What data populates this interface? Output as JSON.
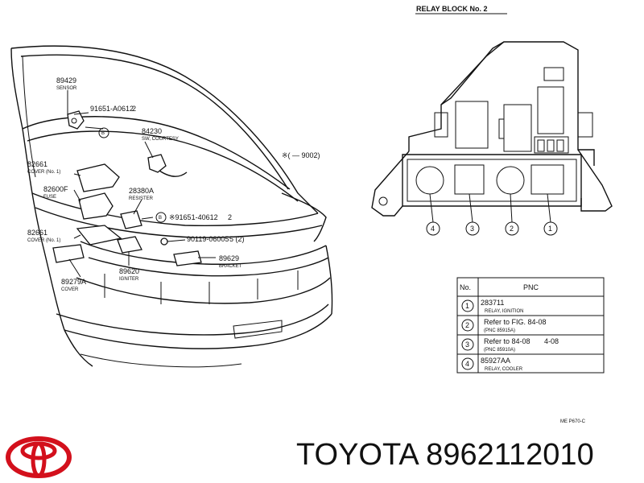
{
  "relay_block_title": "RELAY BLOCK No. 2",
  "date_note": "※(     — 9002)",
  "doc_code": "ME  P670-C",
  "callouts": {
    "sensor_no": "89429",
    "sensor_name": "SENSOR",
    "bolt1_no": "91651-A0612",
    "bolt1_suffix": "2",
    "courtesy_no": "84230",
    "courtesy_name": "SW, COURTESY",
    "cover1_no": "82661",
    "cover1_name": "COVER (No. 1)",
    "fuse_no": "82600F",
    "fuse_name": "FUSE",
    "resister_no": "28380A",
    "resister_name": "RESISTER",
    "bolt2_no": "※91651-40612",
    "bolt2_suffix": "2",
    "cover2_no": "82661",
    "cover2_name": "COVER (No. 1)",
    "bolt3_no": "90119-06005",
    "bolt3_suffix": "5 (2)",
    "bracket_no": "89629",
    "bracket_name": "BRACKET",
    "igniter_no": "89620",
    "igniter_name": "IGNITER",
    "cover3_no": "89279A",
    "cover3_name": "COVER",
    "circle_b1": "B",
    "circle_b2": "B"
  },
  "relay_slots": [
    "4",
    "3",
    "2",
    "1"
  ],
  "pnc_table": {
    "header_no": "No.",
    "header_pnc": "PNC",
    "rows": [
      {
        "no": "1",
        "line1": "283711",
        "line2": "RELAY, IGNITION",
        "extra": ""
      },
      {
        "no": "2",
        "line1": "Refer to FIG. 84-08",
        "line2": "(PNC 85915A)",
        "extra": ""
      },
      {
        "no": "3",
        "line1": "Refer to 84-08",
        "line2": "(PNC 85910A)",
        "extra": "4-08"
      },
      {
        "no": "4",
        "line1": "85927AA",
        "line2": "RELAY, COOLER",
        "extra": ""
      }
    ]
  },
  "brand_line": "TOYOTA 8962112010",
  "colors": {
    "logo": "#d3101c",
    "ink": "#111111"
  }
}
